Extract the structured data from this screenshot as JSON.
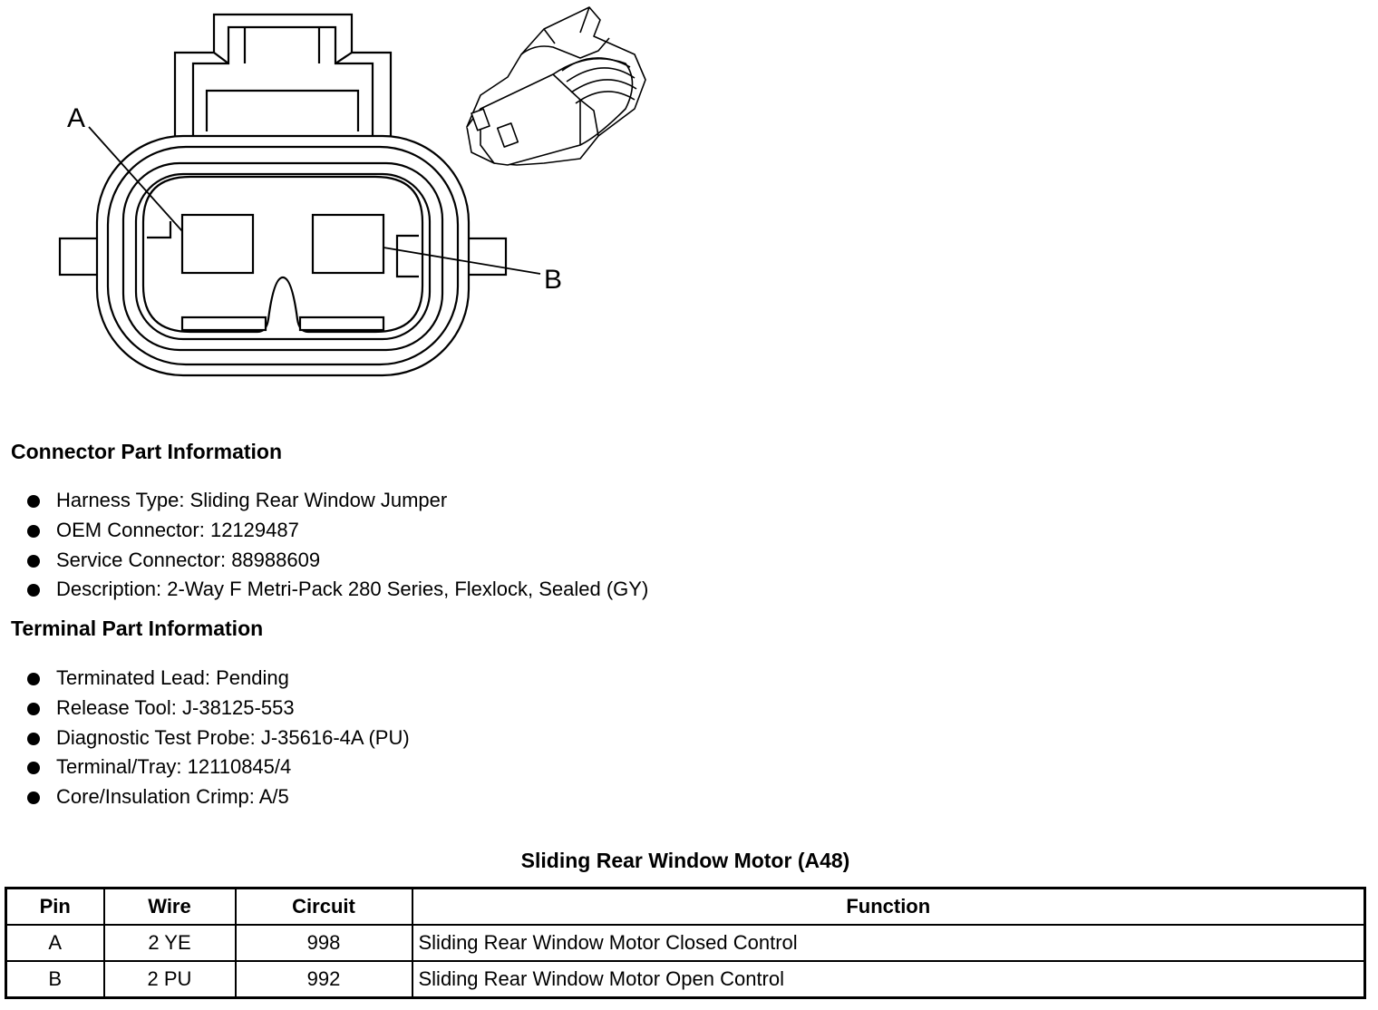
{
  "diagram": {
    "pin_labels": [
      "A",
      "B"
    ]
  },
  "connector_section": {
    "title": "Connector Part Information",
    "items": [
      "Harness Type: Sliding Rear Window Jumper",
      "OEM Connector: 12129487",
      "Service Connector: 88988609",
      "Description: 2-Way F Metri-Pack 280 Series, Flexlock, Sealed (GY)"
    ]
  },
  "terminal_section": {
    "title": "Terminal Part Information",
    "items": [
      "Terminated Lead: Pending",
      "Release Tool: J-38125-553",
      "Diagnostic Test Probe: J-35616-4A (PU)",
      "Terminal/Tray: 12110845/4",
      "Core/Insulation Crimp: A/5"
    ]
  },
  "pin_table": {
    "title": "Sliding Rear Window Motor (A48)",
    "headers": [
      "Pin",
      "Wire",
      "Circuit",
      "Function"
    ],
    "rows": [
      [
        "A",
        "2 YE",
        "998",
        "Sliding Rear Window Motor Closed Control"
      ],
      [
        "B",
        "2 PU",
        "992",
        "Sliding Rear Window Motor Open Control"
      ]
    ]
  }
}
